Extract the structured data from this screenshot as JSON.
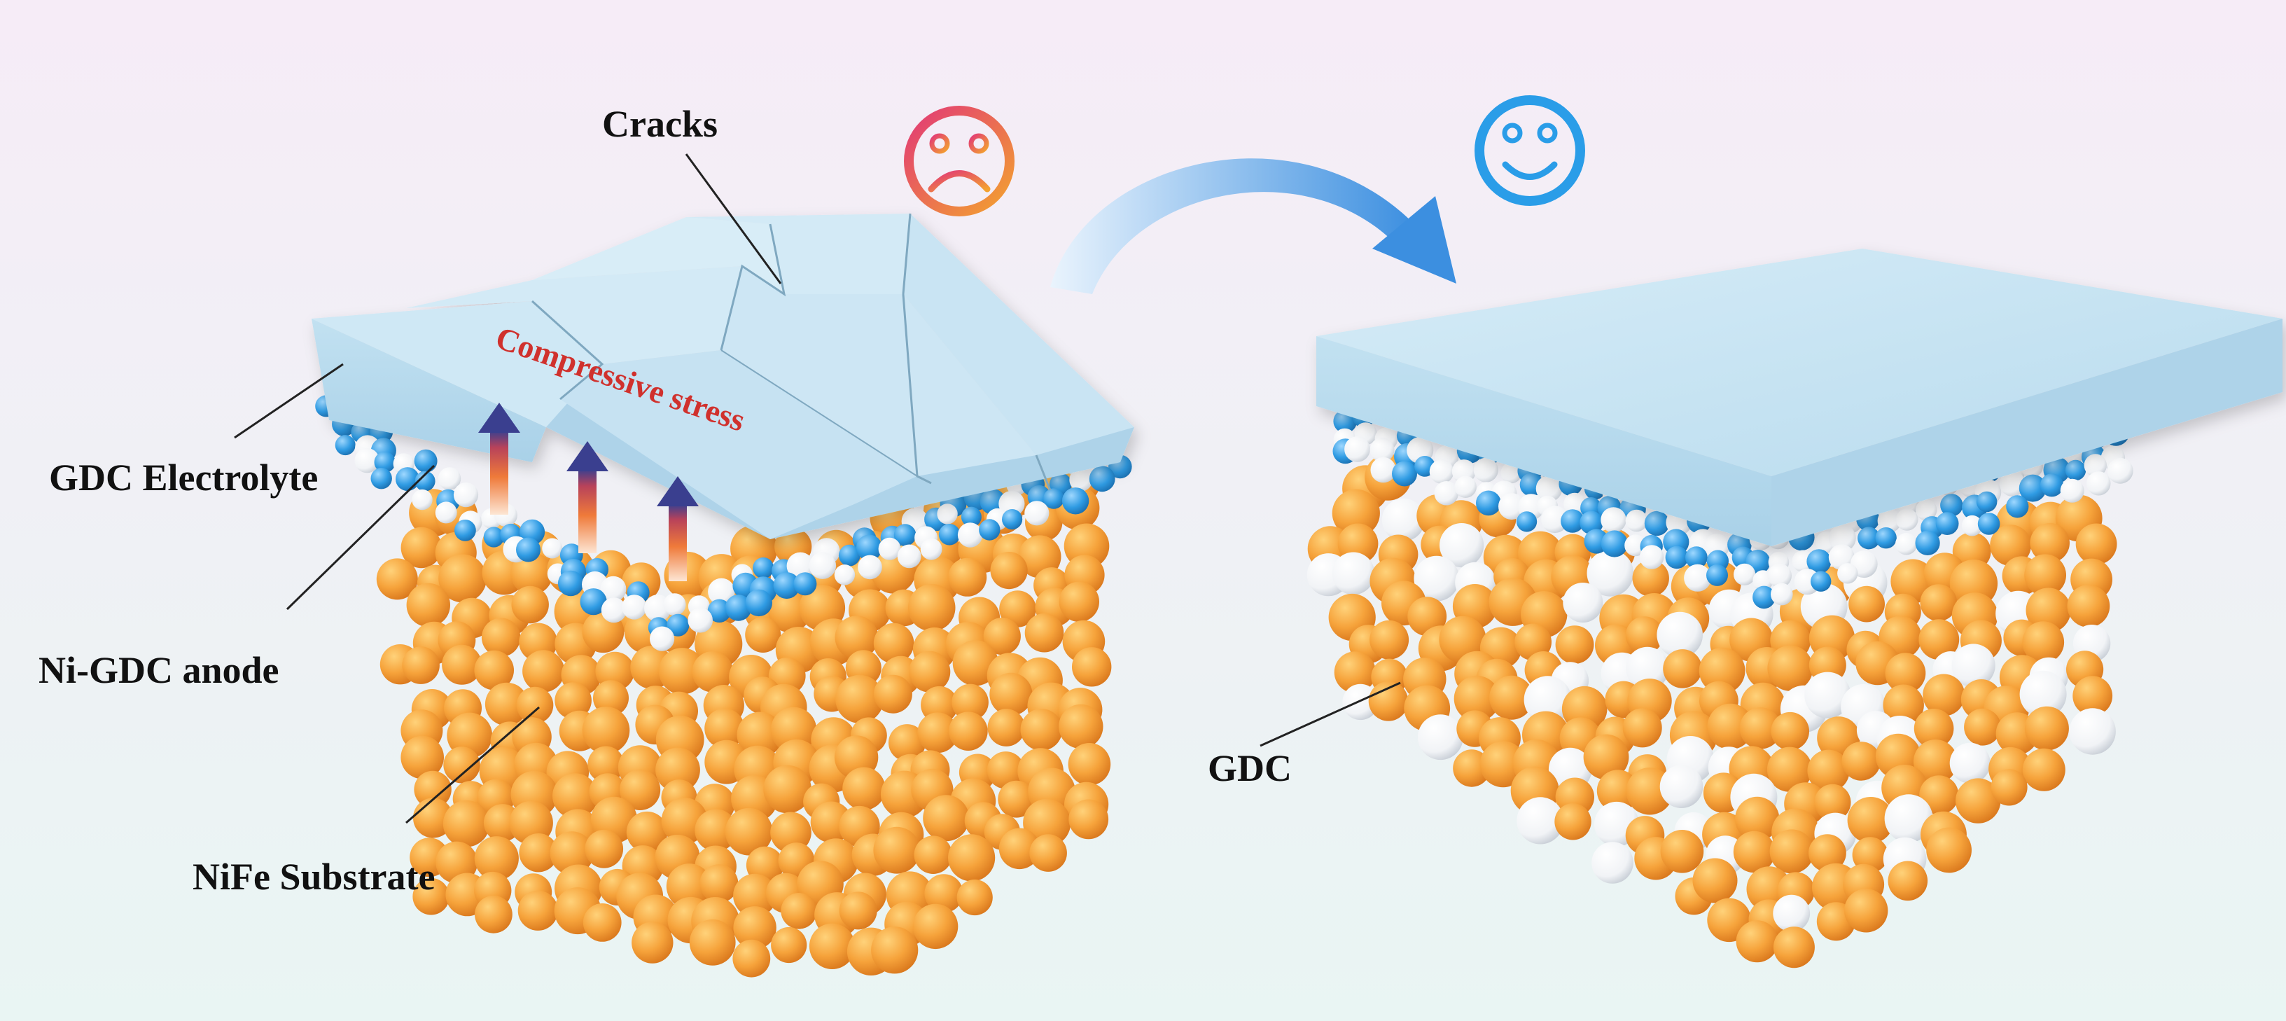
{
  "labels": {
    "cracks": "Cracks",
    "compressive_stress": "Compressive stress",
    "gdc_electrolyte": "GDC Electrolyte",
    "ni_gdc_anode": "Ni-GDC anode",
    "nife_substrate": "NiFe Substrate",
    "gdc": "GDC"
  },
  "icons": {
    "before": "sad-face-icon",
    "after": "happy-face-icon",
    "transition": "curved-arrow-icon",
    "stress": "up-arrow-icon"
  },
  "colors": {
    "electrolyte": "#bfe0f0",
    "anode_blue": "#2f9be3",
    "anode_white": "#ffffff",
    "substrate": "#f4a13a",
    "stress_text": "#d0312d",
    "sad_face_start": "#e8466b",
    "sad_face_end": "#f19a37",
    "happy_face": "#2a9de8",
    "background_top": "#f6ecf7",
    "background_bottom": "#eaf5f4"
  }
}
